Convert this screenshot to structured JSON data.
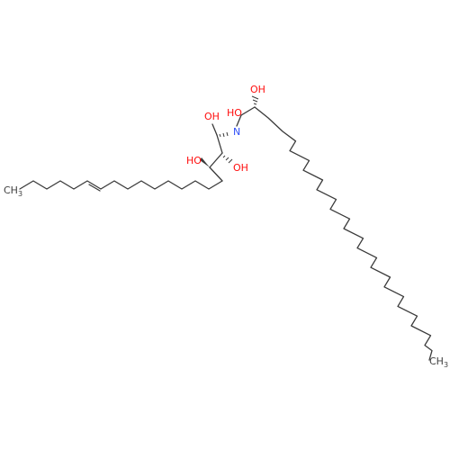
{
  "molecule": {
    "atom_labels": {
      "oh_top": "OH",
      "ho_amide": "HO",
      "oh_primary": "OH",
      "n": "N",
      "ho_left": "HO",
      "oh_right": "OH",
      "ch3_left": "CH",
      "ch3_left_sub": "3",
      "ch3_right": "CH",
      "ch3_right_sub": "3"
    },
    "colors": {
      "bond": "#3a3a3a",
      "oxygen": "#ff0d0d",
      "nitrogen": "#3050f8",
      "carbon": "#404040"
    }
  }
}
